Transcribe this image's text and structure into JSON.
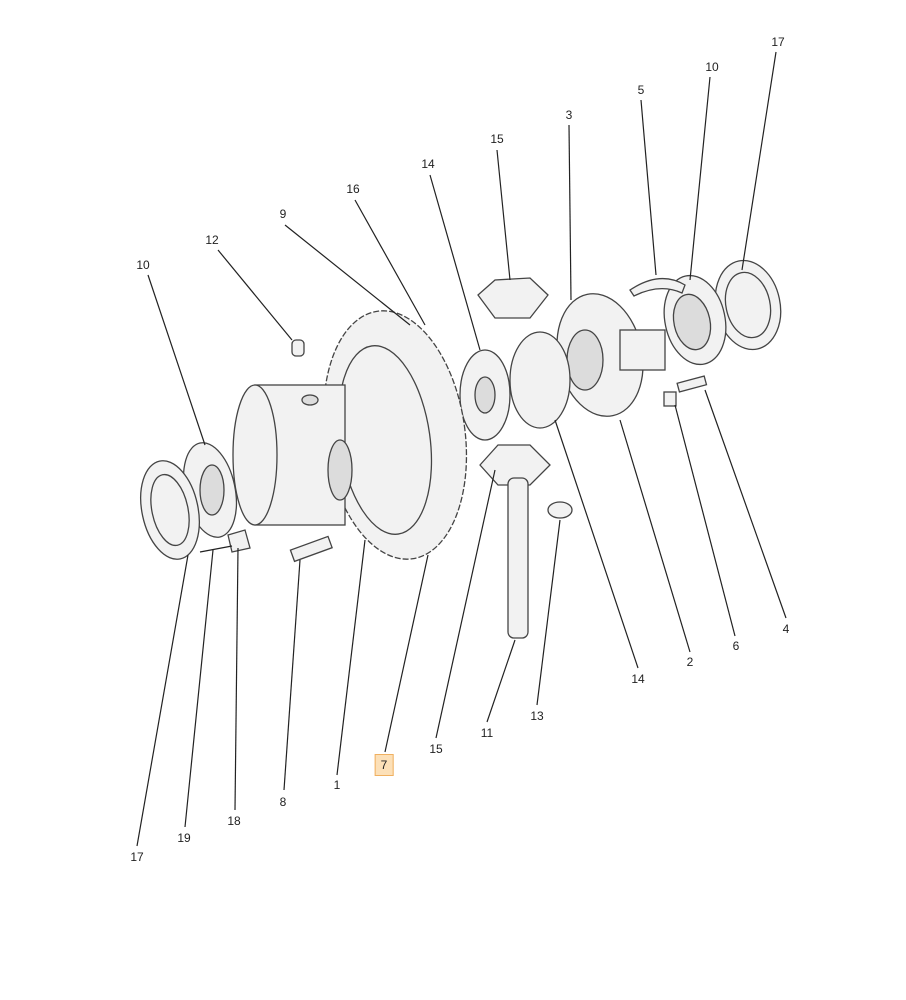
{
  "diagram": {
    "title": "Differential assembly exploded view",
    "highlight_color": "#fce0b8",
    "callouts": [
      {
        "id": "c17a",
        "text": "17"
      },
      {
        "id": "c10a",
        "text": "10"
      },
      {
        "id": "c5",
        "text": "5"
      },
      {
        "id": "c3",
        "text": "3"
      },
      {
        "id": "c15a",
        "text": "15"
      },
      {
        "id": "c14a",
        "text": "14"
      },
      {
        "id": "c16",
        "text": "16"
      },
      {
        "id": "c9",
        "text": "9"
      },
      {
        "id": "c12",
        "text": "12"
      },
      {
        "id": "c10b",
        "text": "10"
      },
      {
        "id": "c4",
        "text": "4"
      },
      {
        "id": "c6",
        "text": "6"
      },
      {
        "id": "c2",
        "text": "2"
      },
      {
        "id": "c14b",
        "text": "14"
      },
      {
        "id": "c13",
        "text": "13"
      },
      {
        "id": "c11",
        "text": "11"
      },
      {
        "id": "c15b",
        "text": "15"
      },
      {
        "id": "c7",
        "text": "7",
        "highlighted": true
      },
      {
        "id": "c1",
        "text": "1"
      },
      {
        "id": "c8",
        "text": "8"
      },
      {
        "id": "c18",
        "text": "18"
      },
      {
        "id": "c19",
        "text": "19"
      },
      {
        "id": "c17b",
        "text": "17"
      }
    ]
  }
}
